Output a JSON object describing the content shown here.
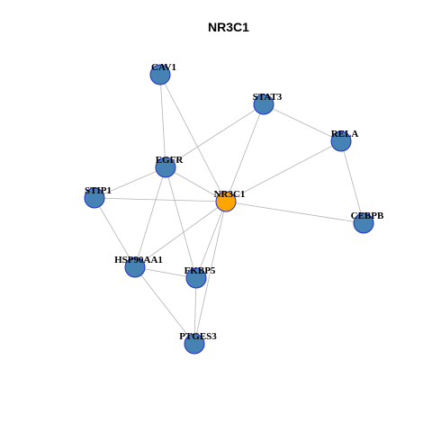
{
  "title": "NR3C1",
  "colors": {
    "hub": "#FFA500",
    "node": "#4682B4",
    "node_border": "#1F2FCC",
    "edge": "#B3B3B3"
  },
  "nodes": [
    {
      "id": "NR3C1",
      "label": "NR3C1",
      "hub": true
    },
    {
      "id": "CAV1",
      "label": "CAV1"
    },
    {
      "id": "STAT3",
      "label": "STAT3"
    },
    {
      "id": "RELA",
      "label": "RELA"
    },
    {
      "id": "EGFR",
      "label": "EGFR"
    },
    {
      "id": "STIP1",
      "label": "STIP1"
    },
    {
      "id": "CEBPB",
      "label": "CEBPB"
    },
    {
      "id": "HSP90AA1",
      "label": "HSP90AA1"
    },
    {
      "id": "FKBP5",
      "label": "FKBP5"
    },
    {
      "id": "PTGES3",
      "label": "PTGES3"
    }
  ],
  "edges": [
    [
      "CAV1",
      "EGFR"
    ],
    [
      "CAV1",
      "NR3C1"
    ],
    [
      "STAT3",
      "EGFR"
    ],
    [
      "STAT3",
      "NR3C1"
    ],
    [
      "STAT3",
      "RELA"
    ],
    [
      "RELA",
      "NR3C1"
    ],
    [
      "RELA",
      "CEBPB"
    ],
    [
      "EGFR",
      "STIP1"
    ],
    [
      "EGFR",
      "NR3C1"
    ],
    [
      "EGFR",
      "HSP90AA1"
    ],
    [
      "EGFR",
      "FKBP5"
    ],
    [
      "STIP1",
      "NR3C1"
    ],
    [
      "STIP1",
      "HSP90AA1"
    ],
    [
      "NR3C1",
      "CEBPB"
    ],
    [
      "NR3C1",
      "HSP90AA1"
    ],
    [
      "NR3C1",
      "FKBP5"
    ],
    [
      "NR3C1",
      "PTGES3"
    ],
    [
      "HSP90AA1",
      "FKBP5"
    ],
    [
      "HSP90AA1",
      "PTGES3"
    ],
    [
      "FKBP5",
      "PTGES3"
    ]
  ]
}
